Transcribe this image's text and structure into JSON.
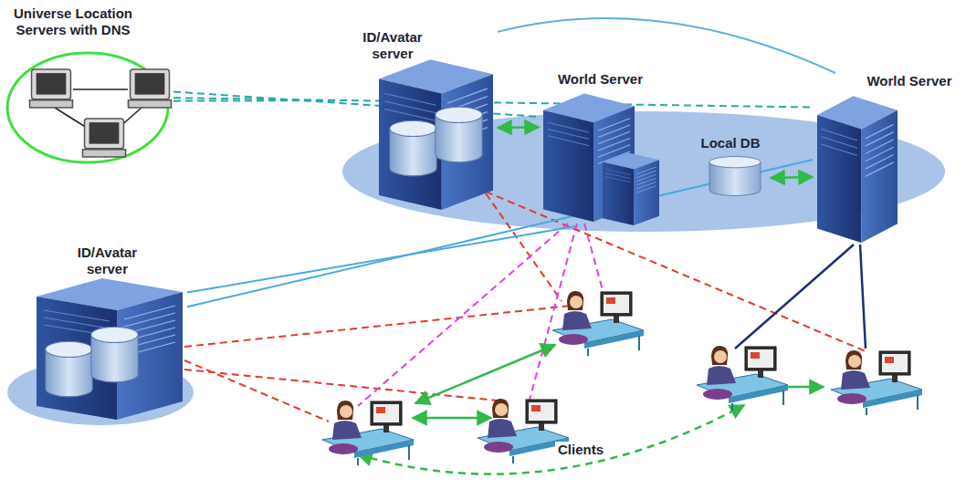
{
  "diagram": {
    "nodes": [
      {
        "text": [
          "Universe Location Servers with DNS"
        ]
      },
      {
        "text": [
          "ID/Avatar server"
        ]
      },
      {
        "text": [
          "World Server"
        ]
      },
      {
        "text": [
          "World Server"
        ]
      },
      {
        "text": [
          "Local DB"
        ]
      },
      {
        "text": [
          "ID/Avatar server"
        ]
      }
    ],
    "edges": [
      {
        "from": 0,
        "to": 1,
        "arrow": "none"
      },
      {
        "from": 0,
        "to": 2,
        "arrow": "none"
      },
      {
        "from": 0,
        "to": 3,
        "arrow": "none"
      },
      {
        "from": 1,
        "to": 2,
        "arrow": "both"
      },
      {
        "from": 4,
        "to": 3,
        "arrow": "both"
      },
      {
        "from": 1,
        "to": 3,
        "arrow": "none"
      },
      {
        "from": 5,
        "to": 2,
        "arrow": "none"
      },
      {
        "from": 5,
        "to": 3,
        "arrow": "none"
      }
    ],
    "labels": [
      "Clients"
    ]
  }
}
